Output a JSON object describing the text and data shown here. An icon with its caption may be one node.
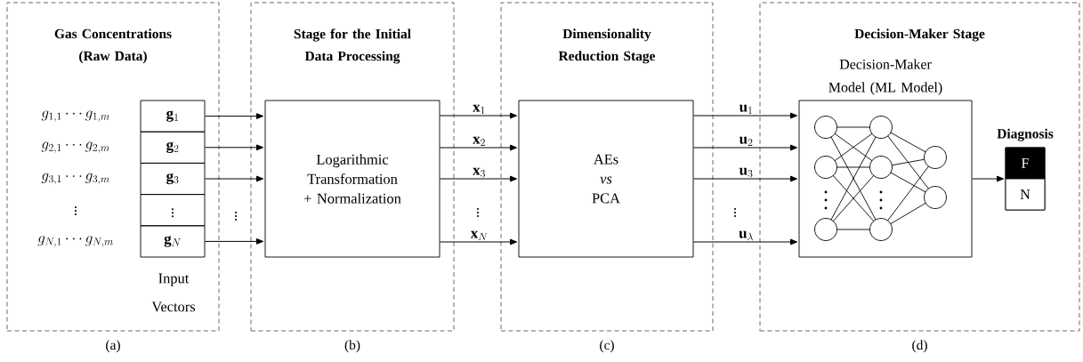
{
  "diagram": {
    "nodes": [
      {
        "text": [
          "Gas Concentrations (Raw Data)"
        ],
        "beside": [
          "(a)"
        ]
      },
      {
        "text": [
          "\\mathbf{g}_1"
        ],
        "in": 0
      },
      {
        "text": [
          "\\mathbf{g}_2"
        ],
        "in": 0
      },
      {
        "text": [
          "\\mathbf{g}_3"
        ],
        "in": 0
      },
      {
        "text": [
          "\\vdots"
        ],
        "in": 0
      },
      {
        "text": [
          "\\mathbf{g}_N"
        ],
        "in": 0
      },
      {
        "text": [
          "Stage for the Initial Data Processing"
        ],
        "beside": [
          "(b)"
        ]
      },
      {
        "text": [
          "Logarithmic Transformation + Normalization"
        ],
        "in": 6
      },
      {
        "text": [
          "Dimensionality Reduction Stage"
        ],
        "beside": [
          "(c)"
        ]
      },
      {
        "text": [
          "AEs *vs* PCA"
        ],
        "in": 8
      },
      {
        "text": [
          "Decision-Maker Stage"
        ],
        "beside": [
          "(d)"
        ]
      },
      {
        "text": [
          "Decision-Maker Model (ML Model)"
        ],
        "in": 10
      },
      {
        "text": [
          "Diagnosis"
        ],
        "in": 10
      },
      {
        "text": [
          "F"
        ],
        "in": 12
      },
      {
        "text": [
          "N"
        ],
        "in": 12
      }
    ],
    "edges": [
      {
        "from": 1,
        "to": 7,
        "arrow": "to"
      },
      {
        "from": 2,
        "to": 7,
        "arrow": "to"
      },
      {
        "from": 3,
        "to": 7,
        "arrow": "to"
      },
      {
        "from": 5,
        "to": 7,
        "arrow": "to"
      },
      {
        "from": 7,
        "to": 9,
        "arrow": "to",
        "label": "\\mathbf{x}_1"
      },
      {
        "from": 7,
        "to": 9,
        "arrow": "to",
        "label": "\\mathbf{x}_2"
      },
      {
        "from": 7,
        "to": 9,
        "arrow": "to",
        "label": "\\mathbf{x}_3"
      },
      {
        "from": 7,
        "to": 9,
        "arrow": "to",
        "label": "\\mathbf{x}_N"
      },
      {
        "from": 9,
        "to": 11,
        "arrow": "to",
        "label": "\\mathbf{u}_1"
      },
      {
        "from": 9,
        "to": 11,
        "arrow": "to",
        "label": "\\mathbf{u}_2"
      },
      {
        "from": 9,
        "to": 11,
        "arrow": "to",
        "label": "\\mathbf{u}_3"
      },
      {
        "from": 9,
        "to": 11,
        "arrow": "to",
        "label": "\\mathbf{u}_\\lambda"
      },
      {
        "from": 11,
        "to": 12,
        "arrow": "to"
      }
    ],
    "labels": [
      "g_{1,1}\\cdots g_{1,m}",
      "g_{2,1}\\cdots g_{2,m}",
      "g_{3,1}\\cdots g_{3,m}",
      "\\vdots",
      "g_{N,1}\\cdots g_{N,m}",
      "Input Vectors",
      "\\vdots",
      "\\vdots",
      "\\vdots"
    ]
  }
}
